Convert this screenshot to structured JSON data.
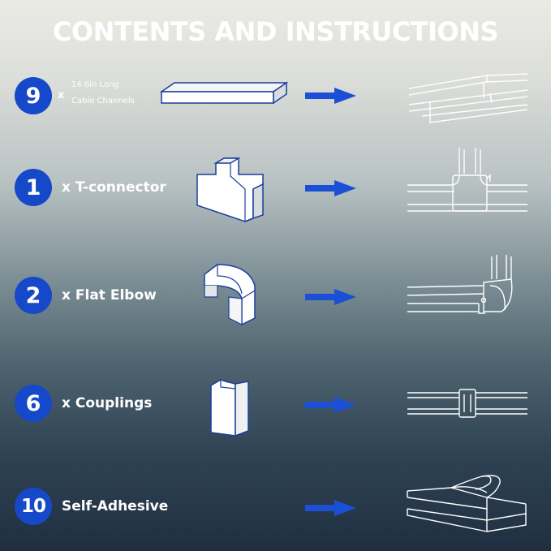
{
  "title": "CONTENTS AND INSTRUCTIONS",
  "items": [
    {
      "quantity": "9",
      "multiplier": "x",
      "label_line1": "14.6in Long",
      "label_line2": "Cable Channels"
    },
    {
      "quantity": "1",
      "label": "x T-connector"
    },
    {
      "quantity": "2",
      "label": "x Flat Elbow"
    },
    {
      "quantity": "6",
      "label": "x Couplings"
    },
    {
      "quantity": "10",
      "label": "Self-Adhesive"
    }
  ],
  "colors": {
    "badge": "#1549c9",
    "arrow": "#1a4fd6",
    "line_art": "#ffffff",
    "background_top": "#ebebe6",
    "background_bottom": "#1f2f41"
  },
  "icons": [
    "cable-channel-icon",
    "t-connector-icon",
    "flat-elbow-icon",
    "coupling-icon",
    "adhesive-tape-diagram-icon"
  ]
}
